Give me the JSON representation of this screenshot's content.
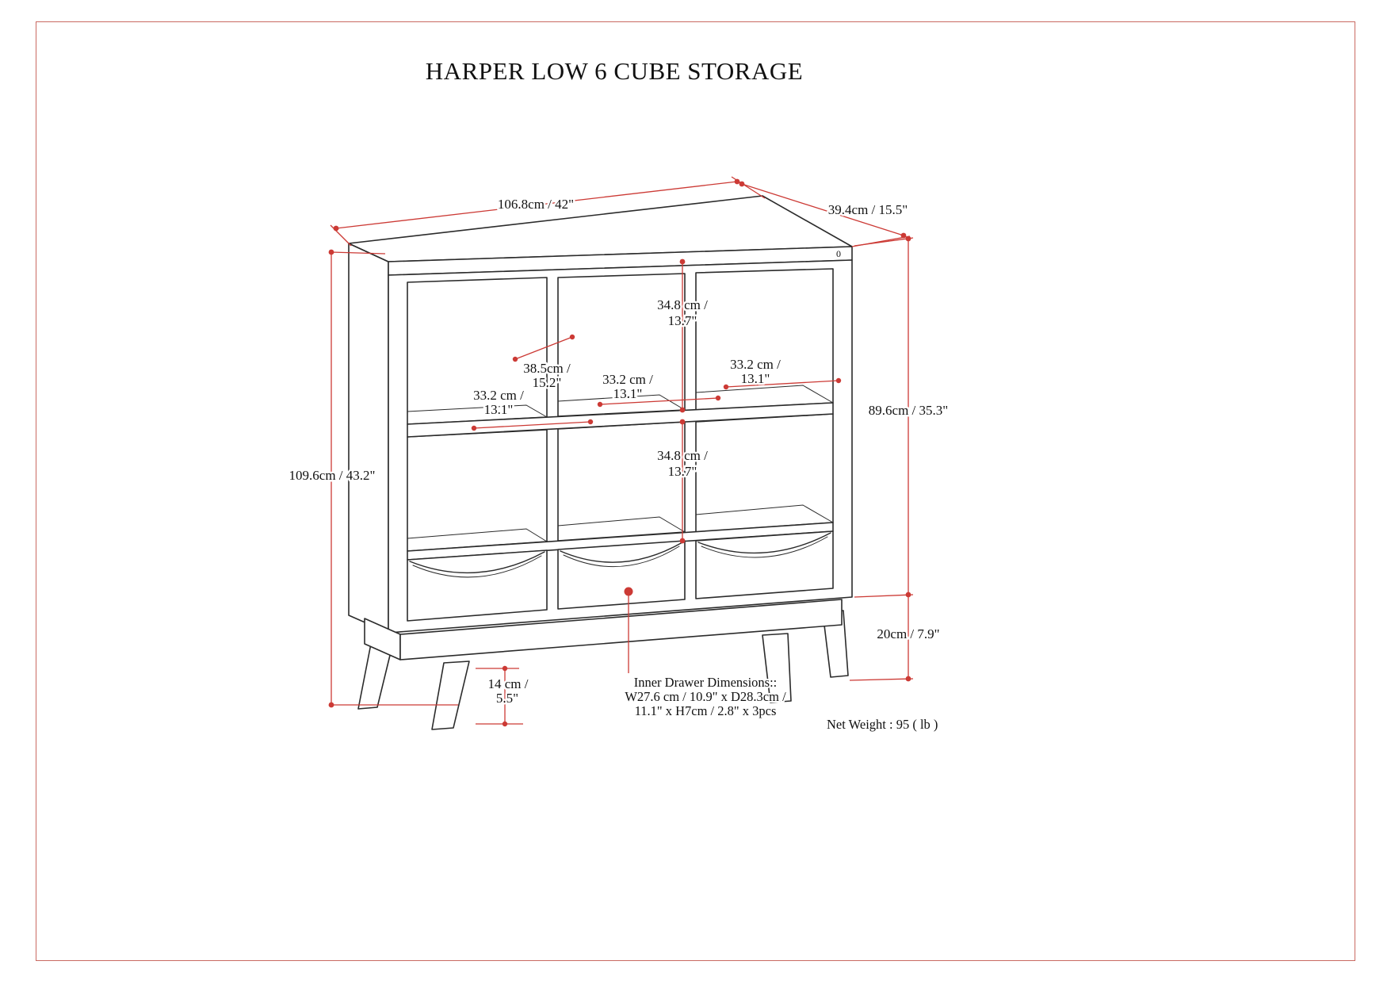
{
  "page": {
    "title": "HARPER LOW 6 CUBE STORAGE"
  },
  "annotations": {
    "width": "106.8cm / 42\"",
    "depth": "39.4cm / 15.5\"",
    "total_height": "109.6cm / 43.2\"",
    "body_height": "89.6cm / 35.3\"",
    "base_height": "20cm / 7.9\"",
    "leg_height": [
      "14 cm /",
      "5.5\""
    ],
    "cube_height_upper": [
      "34.8 cm /",
      "13.7\""
    ],
    "cube_height_lower": [
      "34.8 cm /",
      "13.7\""
    ],
    "cube_depth": [
      "38.5cm /",
      "15.2\""
    ],
    "cube_width_left": [
      "33.2 cm /",
      "13.1\""
    ],
    "cube_width_middle": [
      "33.2 cm /",
      "13.1\""
    ],
    "cube_width_right": [
      "33.2 cm /",
      "13.1\""
    ],
    "drawer_note": [
      "Inner Drawer Dimensions::",
      "W27.6 cm / 10.9\" x D28.3cm /",
      "11.1\" x H7cm / 2.8\" x 3pcs"
    ],
    "net_weight": "Net Weight : 95 ( lb )",
    "corner_mark": "0"
  }
}
